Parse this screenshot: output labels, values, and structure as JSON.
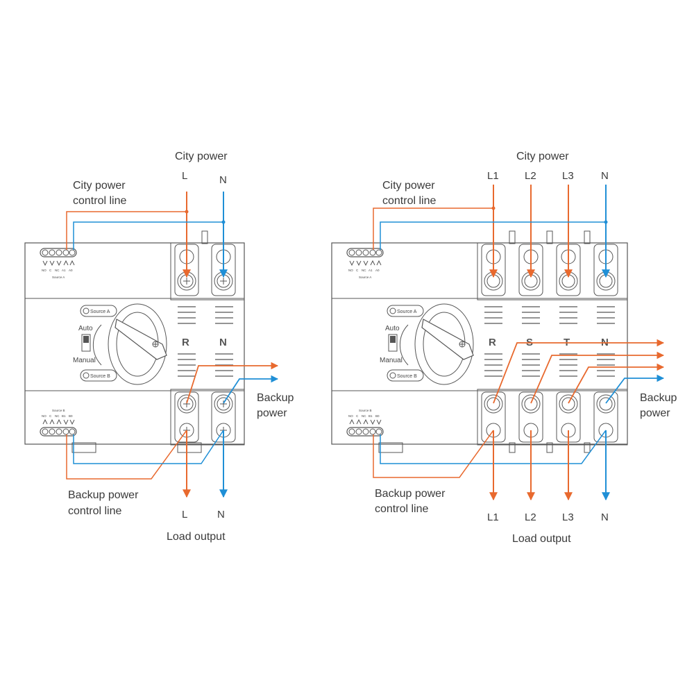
{
  "colors": {
    "line": "#e8692e",
    "neutral": "#1f8fd6",
    "outline": "#555555",
    "text": "#3a3a3a"
  },
  "left": {
    "city_power": "City power",
    "city_terminals": [
      "L",
      "N"
    ],
    "city_control_line": [
      "City power",
      "control line"
    ],
    "backup_power": [
      "Backup",
      "power"
    ],
    "backup_control_line": [
      "Backup power",
      "control line"
    ],
    "load_terminals": [
      "L",
      "N"
    ],
    "load_output": "Load output",
    "phase_labels": [
      "R",
      "N"
    ],
    "switch": {
      "source_a": "Source A",
      "source_b": "Source B",
      "auto": "Auto",
      "manual": "Manual"
    }
  },
  "right": {
    "city_power": "City power",
    "city_terminals": [
      "L1",
      "L2",
      "L3",
      "N"
    ],
    "city_control_line": [
      "City power",
      "control line"
    ],
    "backup_power": [
      "Backup",
      "power"
    ],
    "backup_control_line": [
      "Backup power",
      "control line"
    ],
    "load_terminals": [
      "L1",
      "L2",
      "L3",
      "N"
    ],
    "load_output": "Load output",
    "phase_labels": [
      "R",
      "S",
      "T",
      "N"
    ],
    "switch": {
      "source_a": "Source A",
      "source_b": "Source B",
      "auto": "Auto",
      "manual": "Manual"
    }
  }
}
